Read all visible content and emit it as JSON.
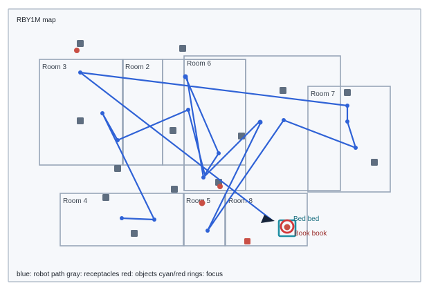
{
  "title": "RBY1M map",
  "legend": "blue: robot path  gray: receptacles  red: objects  cyan/red rings: focus",
  "colors": {
    "frame_bg": "#f6f8fb",
    "frame_border": "#b5bfcc",
    "room_border": "#98a6b8",
    "path": "#2f62d6",
    "receptacle": "#5f6e80",
    "object": "#c94f45",
    "focus_cyan": "#1f8ea3",
    "focus_red": "#d2383a",
    "agent": "#16243a"
  },
  "rooms": [
    {
      "label": "Room 3"
    },
    {
      "label": "Room 2"
    },
    {
      "label": "Room 6"
    },
    {
      "label": ""
    },
    {
      "label": "Room 7"
    },
    {
      "label": "Room 4"
    },
    {
      "label": "Room 5"
    },
    {
      "label": "Room 8"
    }
  ],
  "focus": {
    "receptacle_label": "Bed bed",
    "object_label": "Book book"
  },
  "agent_icon": "arrow-heading-icon"
}
